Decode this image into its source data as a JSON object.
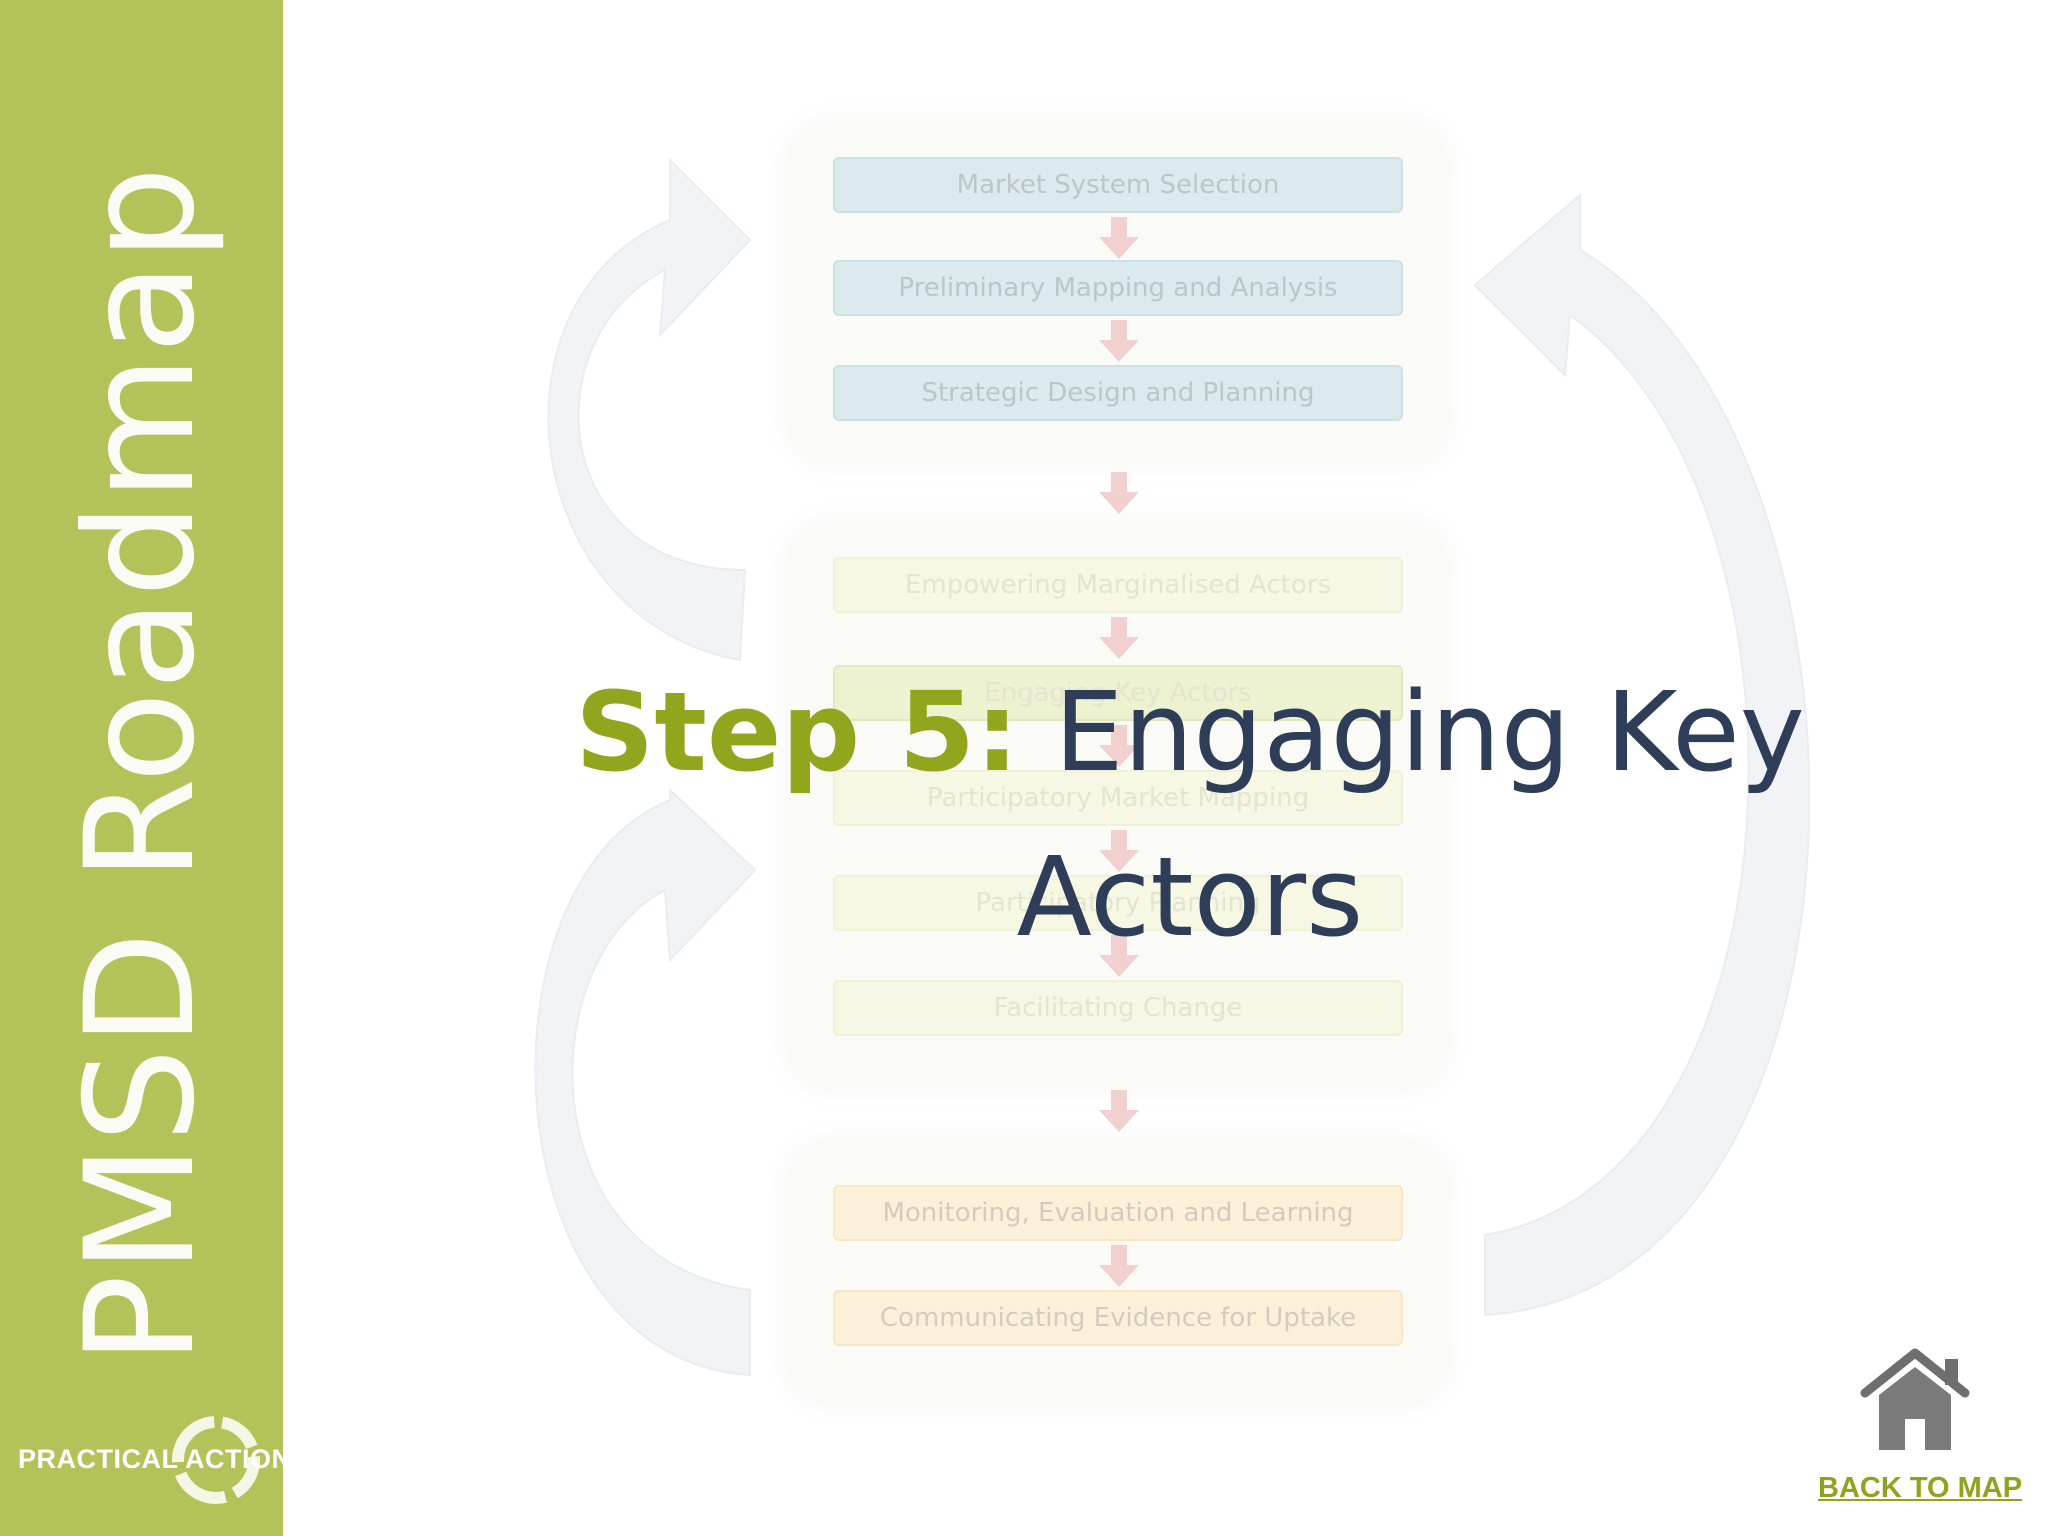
{
  "sidebar": {
    "title": "PMSD Roadmap"
  },
  "logo": {
    "text": "PRACTICAL ACTION"
  },
  "diagram": {
    "top_group": [
      "Market System Selection",
      "Preliminary Mapping and Analysis",
      "Strategic Design and Planning"
    ],
    "middle_group": [
      "Empowering Marginalised Actors",
      "Engaging Key Actors",
      "Participatory Market Mapping",
      "Participatory Planning",
      "Facilitating Change"
    ],
    "bottom_group": [
      "Monitoring, Evaluation and Learning",
      "Communicating Evidence for Uptake"
    ]
  },
  "heading": {
    "step": "Step 5",
    "colon": ":",
    "title_line1": " Engaging Key",
    "title_line2": "Actors"
  },
  "navigation": {
    "back_label": "BACK TO MAP"
  },
  "colors": {
    "sidebar": "#b5c25a",
    "step_accent": "#93a51d",
    "heading_text": "#2e3d58",
    "link": "#8fa31c"
  }
}
